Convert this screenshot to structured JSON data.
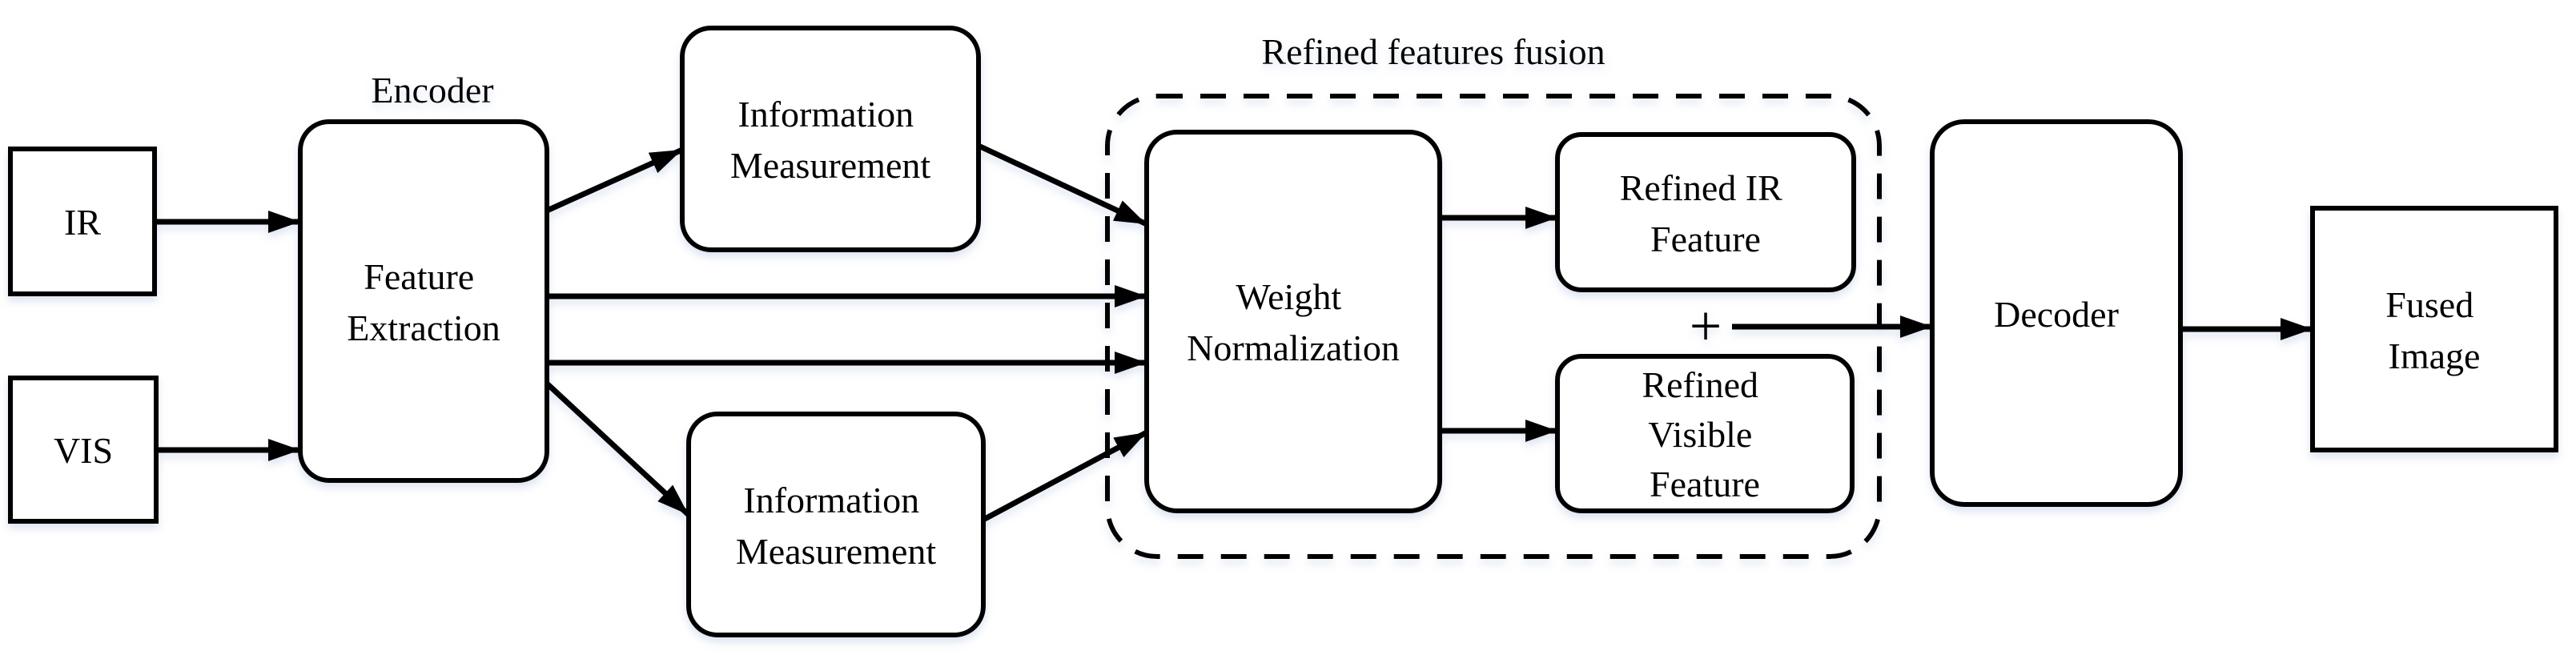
{
  "diagram": {
    "titles": {
      "encoder": "Encoder",
      "fusion_group": "Refined features fusion"
    },
    "nodes": {
      "ir": {
        "label": "IR"
      },
      "vis": {
        "label": "VIS"
      },
      "feature_extraction": {
        "line1": "Feature",
        "line2": "Extraction"
      },
      "information_measurement_top": {
        "line1": "Information",
        "line2": "Measurement"
      },
      "information_measurement_bottom": {
        "line1": "Information",
        "line2": "Measurement"
      },
      "weight_normalization": {
        "line1": "Weight",
        "line2": "Normalization"
      },
      "refined_ir_feature": {
        "line1": "Refined IR",
        "line2": "Feature"
      },
      "refined_visible_feature": {
        "line1": "Refined",
        "line2": "Visible",
        "line3": "Feature"
      },
      "decoder": {
        "label": "Decoder"
      },
      "fused_image": {
        "line1": "Fused",
        "line2": "Image"
      }
    },
    "plus_operator": "+",
    "colors": {
      "stroke": "#000000",
      "text": "#050505",
      "background": "#ffffff",
      "shadow_tint": "#bcc9e4"
    }
  }
}
